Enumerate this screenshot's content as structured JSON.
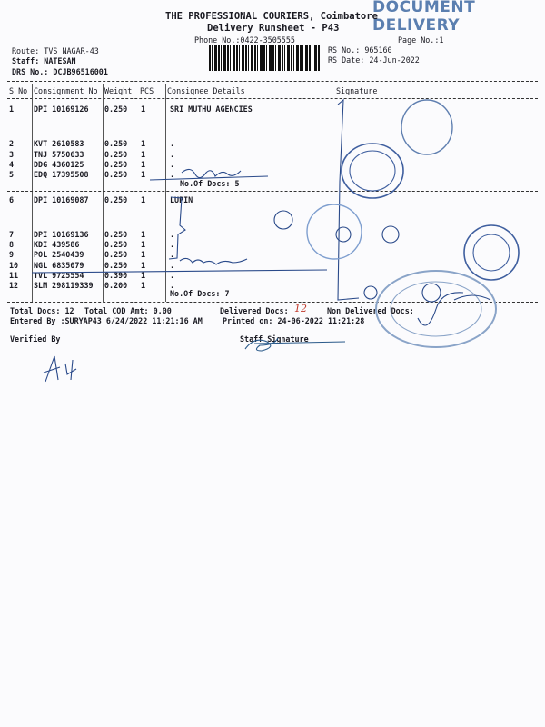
{
  "header": {
    "company": "THE PROFESSIONAL COURIERS, Coimbatore",
    "title": "Delivery Runsheet - P43",
    "phone": "Phone No.:0422-3505555",
    "page": "Page No.:1",
    "route": "Route: TVS NAGAR-43",
    "staff": "Staff: NATESAN",
    "drs": "DRS No.: DCJB96516001",
    "rs_no": "RS No.: 965160",
    "rs_date": "RS Date: 24-Jun-2022",
    "stamp": "DOCUMENT DELIVERY"
  },
  "columns": [
    "S No",
    "Consignment No",
    "Weight",
    "PCS",
    "Consignee Details",
    "Signature"
  ],
  "groups": [
    {
      "rows": [
        {
          "sno": "1",
          "cons": "DPI 10169126",
          "weight": "0.250",
          "pcs": "1",
          "details": "SRI MUTHU AGENCIES"
        },
        {
          "sno": "2",
          "cons": "KVT 2610583",
          "weight": "0.250",
          "pcs": "1",
          "details": "."
        },
        {
          "sno": "3",
          "cons": "TNJ 5750633",
          "weight": "0.250",
          "pcs": "1",
          "details": "."
        },
        {
          "sno": "4",
          "cons": "DDG 4360125",
          "weight": "0.250",
          "pcs": "1",
          "details": "."
        },
        {
          "sno": "5",
          "cons": "EDQ 17395508",
          "weight": "0.250",
          "pcs": "1",
          "details": "."
        }
      ],
      "docs": "No.Of Docs: 5"
    },
    {
      "rows": [
        {
          "sno": "6",
          "cons": "DPI 10169087",
          "weight": "0.250",
          "pcs": "1",
          "details": "LUPIN"
        },
        {
          "sno": "7",
          "cons": "DPI 10169136",
          "weight": "0.250",
          "pcs": "1",
          "details": "."
        },
        {
          "sno": "8",
          "cons": "KDI 439586",
          "weight": "0.250",
          "pcs": "1",
          "details": "."
        },
        {
          "sno": "9",
          "cons": "POL 2540439",
          "weight": "0.250",
          "pcs": "1",
          "details": "."
        },
        {
          "sno": "10",
          "cons": "NGL 6835079",
          "weight": "0.250",
          "pcs": "1",
          "details": "."
        },
        {
          "sno": "11",
          "cons": "TVL 9725554",
          "weight": "0.390",
          "pcs": "1",
          "details": "."
        },
        {
          "sno": "12",
          "cons": "SLM 298119339",
          "weight": "0.200",
          "pcs": "1",
          "details": "."
        }
      ],
      "docs": "No.Of Docs: 7"
    }
  ],
  "footer": {
    "total_docs": "Total Docs:  12",
    "total_cod": "Total COD Amt:    0.00",
    "delivered": "Delivered Docs:",
    "delivered_hw": "12",
    "non_delivered": "Non Delivered Docs:",
    "entered": "Entered By :SURYAP43 6/24/2022 11:21:16 AM",
    "printed": "Printed on: 24-06-2022 11:21:28",
    "verified": "Verified By",
    "staff_sig": "Staff Signature"
  }
}
